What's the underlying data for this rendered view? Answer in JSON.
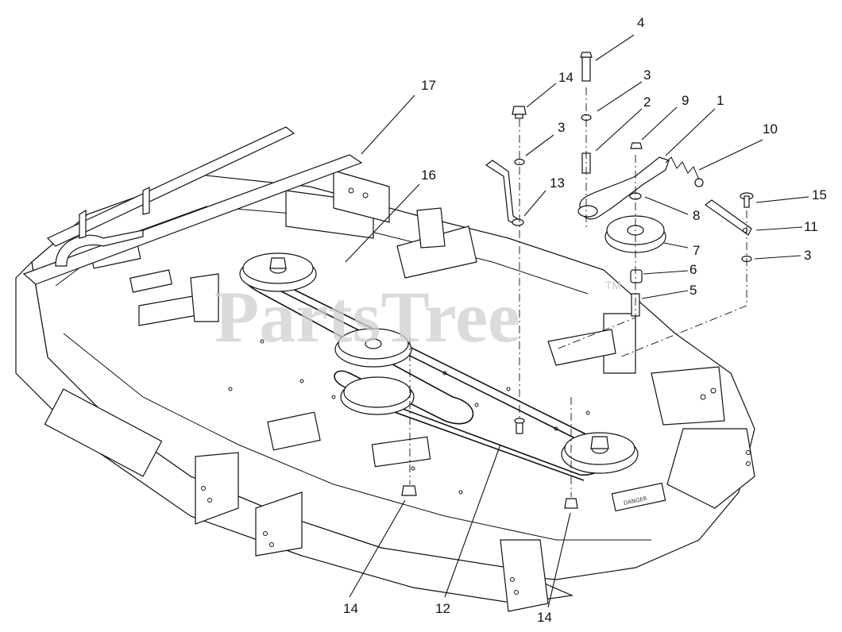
{
  "watermark": {
    "text": "PartsTree",
    "trademark": "TM"
  },
  "decals": {
    "danger_label": "DANGER"
  },
  "callouts": [
    {
      "id": "c4",
      "label": "4"
    },
    {
      "id": "c3a",
      "label": "3"
    },
    {
      "id": "c14a",
      "label": "14"
    },
    {
      "id": "c2",
      "label": "2"
    },
    {
      "id": "c9",
      "label": "9"
    },
    {
      "id": "c1",
      "label": "1"
    },
    {
      "id": "c17",
      "label": "17"
    },
    {
      "id": "c3b",
      "label": "3"
    },
    {
      "id": "c10",
      "label": "10"
    },
    {
      "id": "c16",
      "label": "16"
    },
    {
      "id": "c13",
      "label": "13"
    },
    {
      "id": "c15",
      "label": "15"
    },
    {
      "id": "c8",
      "label": "8"
    },
    {
      "id": "c11",
      "label": "11"
    },
    {
      "id": "c7",
      "label": "7"
    },
    {
      "id": "c3c",
      "label": "3"
    },
    {
      "id": "c6",
      "label": "6"
    },
    {
      "id": "c5",
      "label": "5"
    },
    {
      "id": "c14b",
      "label": "14"
    },
    {
      "id": "c12",
      "label": "12"
    },
    {
      "id": "c14c",
      "label": "14"
    }
  ]
}
